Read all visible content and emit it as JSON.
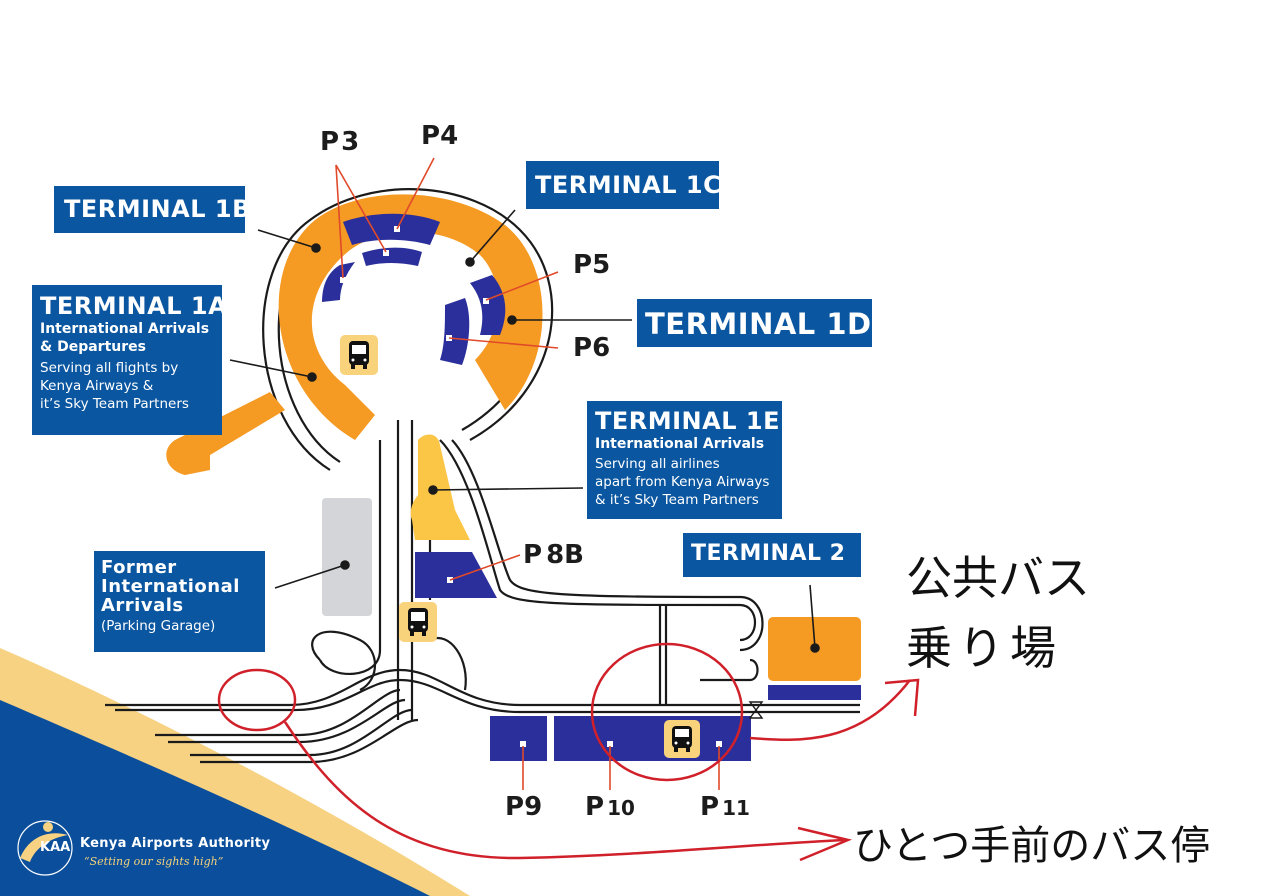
{
  "map": {
    "colors": {
      "terminal_label_bg": "#0a56a0",
      "terminal_building": "#f59a23",
      "terminal_1e_building": "#fbc646",
      "parking": "#2b2f9b",
      "former_arrivals": "#d3d5d8",
      "bus_stop_bg": "#f9d27c",
      "annotation_red": "#d0202a",
      "leader_line_red": "#e04a2a",
      "brand_blue": "#0b4f9c",
      "brand_gold": "#f6d282"
    },
    "terminals": {
      "t1a": {
        "title": "TERMINAL 1A",
        "subtitle_1": "International Arrivals",
        "subtitle_2": "& Departures",
        "desc_1": "Serving all flights by",
        "desc_2": "Kenya Airways &",
        "desc_3": "it’s Sky Team Partners"
      },
      "t1b": {
        "title": "TERMINAL 1B"
      },
      "t1c": {
        "title": "TERMINAL 1C"
      },
      "t1d": {
        "title": "TERMINAL 1D"
      },
      "t1e": {
        "title": "TERMINAL 1E",
        "subtitle_1": "International Arrivals",
        "desc_1": "Serving all airlines",
        "desc_2": "apart from Kenya Airways",
        "desc_3": " & it’s Sky Team Partners"
      },
      "t2": {
        "title": "TERMINAL 2"
      },
      "former": {
        "line_1": "Former",
        "line_2": "International",
        "line_3": "Arrivals",
        "desc": "(Parking Garage)"
      }
    },
    "parking": {
      "p3": {
        "prefix": "P",
        "num": "3"
      },
      "p4": {
        "prefix": "P",
        "num": "4"
      },
      "p5": {
        "prefix": "P",
        "num": "5"
      },
      "p6": {
        "prefix": "P",
        "num": "6"
      },
      "p8b": {
        "prefix": "P",
        "num": "8B"
      },
      "p9": {
        "prefix": "P",
        "num": "9"
      },
      "p10": {
        "prefix": "P",
        "num": "10"
      },
      "p11": {
        "prefix": "P",
        "num": "11"
      }
    },
    "icons": {
      "bus_stop": "bus-icon"
    }
  },
  "annotations": {
    "public_bus_line_1": "公共バス",
    "public_bus_line_2": "乗り場",
    "previous_bus_stop": "ひとつ手前のバス停"
  },
  "branding": {
    "abbr": "KAA",
    "name": "Kenya Airports Authority",
    "tagline": "“Setting our sights high”"
  }
}
